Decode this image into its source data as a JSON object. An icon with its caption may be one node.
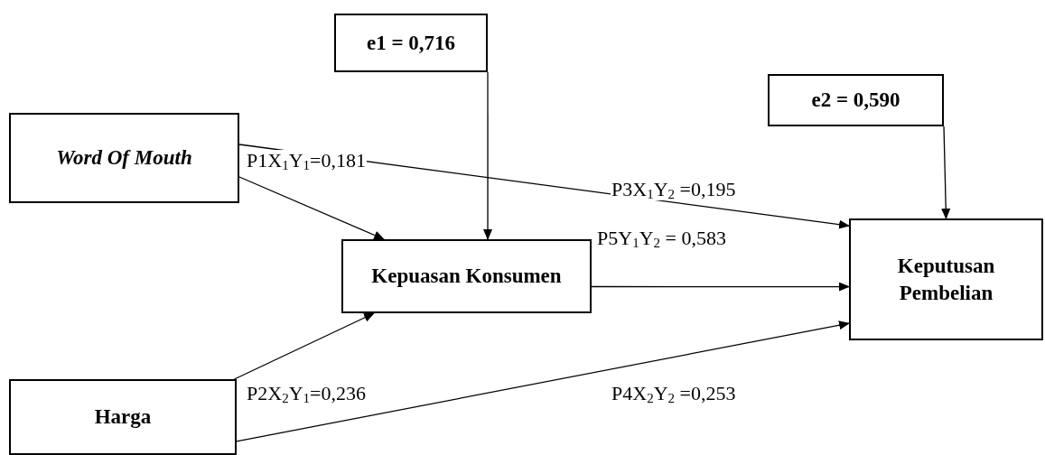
{
  "diagram": {
    "nodes": [
      {
        "text": [
          "e1 = 0,716"
        ]
      },
      {
        "text": [
          "e2 = 0,590"
        ]
      },
      {
        "text": [
          "Word Of Mouth"
        ]
      },
      {
        "text": [
          "Kepuasan Konsumen"
        ]
      },
      {
        "text": [
          "Keputusan Pembelian"
        ]
      },
      {
        "text": [
          "Harga"
        ]
      }
    ],
    "edges": [
      {
        "from": 0,
        "to": 3,
        "arrow": "to"
      },
      {
        "from": 1,
        "to": 4,
        "arrow": "to"
      },
      {
        "from": 2,
        "to": 3,
        "arrow": "to",
        "label": "P1X$_{1}$Y$_{1}$=0,181"
      },
      {
        "from": 2,
        "to": 4,
        "arrow": "to",
        "label": "P3X$_{1}$Y$_{2}$ =0,195"
      },
      {
        "from": 3,
        "to": 4,
        "arrow": "to",
        "label": "P5Y$_{1}$Y$_{2}$ = 0,583"
      },
      {
        "from": 5,
        "to": 3,
        "arrow": "to",
        "label": "P2X$_{2}$Y$_{1}$=0,236"
      },
      {
        "from": 5,
        "to": 4,
        "arrow": "to",
        "label": "P4X$_{2}$Y$_{2}$ =0,253"
      }
    ]
  }
}
